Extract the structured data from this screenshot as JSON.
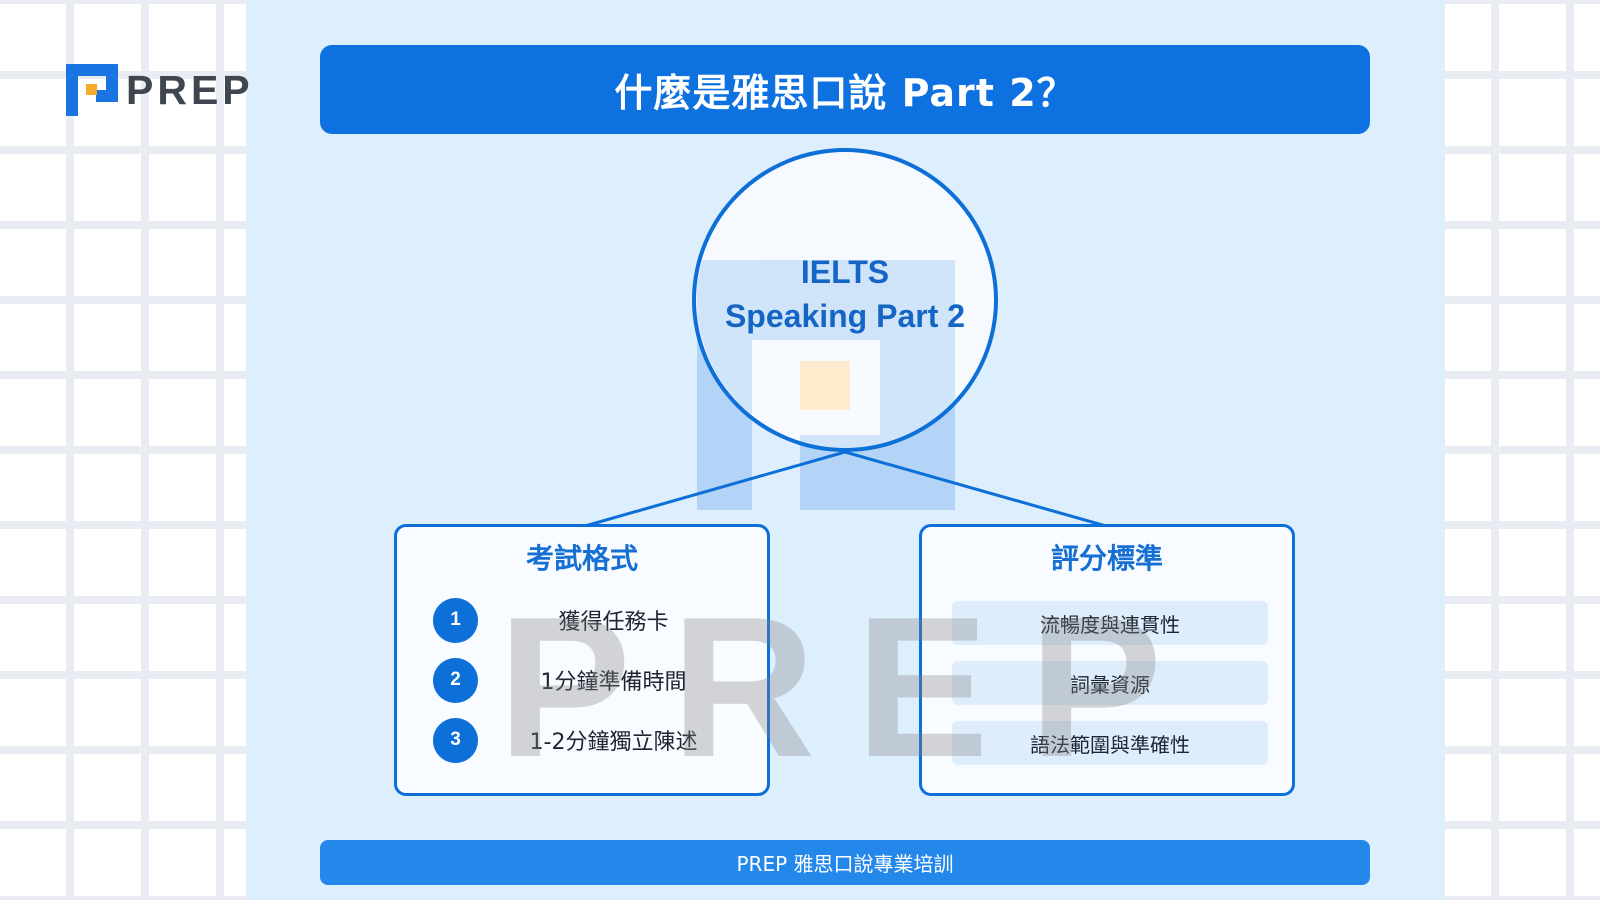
{
  "brand": {
    "logo_text": "PREP",
    "watermark_text": "PREP"
  },
  "title": "什麼是雅思口說 Part 2？",
  "center": {
    "line1": "IELTS",
    "line2": "Speaking Part 2"
  },
  "format_box": {
    "heading": "考試格式",
    "steps": [
      {
        "num": "1",
        "text": "獲得任務卡"
      },
      {
        "num": "2",
        "text": "1分鐘準備時間"
      },
      {
        "num": "3",
        "text": "1-2分鐘獨立陳述"
      }
    ]
  },
  "criteria_box": {
    "heading": "評分標準",
    "items": [
      "流暢度與連貫性",
      "詞彙資源",
      "語法範圍與準確性"
    ]
  },
  "footer": "PREP 雅思口說專業培訓",
  "colors": {
    "primary": "#0d72e0",
    "panel": "#ddeefd",
    "accent_orange": "#f6a92b",
    "footer": "#2487ea"
  },
  "icons": [
    "prep-logo-icon",
    "prep-watermark-icon"
  ]
}
